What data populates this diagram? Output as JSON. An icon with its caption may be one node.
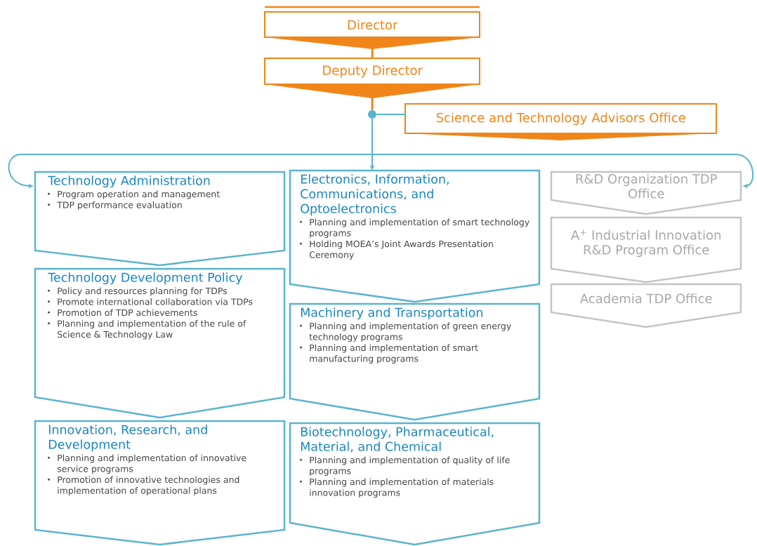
{
  "diagram": {
    "nodes": [
      {
        "text": [
          "Director"
        ]
      },
      {
        "text": [
          "Deputy Director"
        ]
      },
      {
        "text": [],
        "shape": "circle"
      },
      {
        "text": [
          "Science and Technology Advisors Office"
        ]
      },
      {
        "text": [
          "Technology Administration",
          "Program operation and management",
          "TDP performance evaluation"
        ]
      },
      {
        "text": [
          "Technology Development Policy",
          "Policy and resources planning for TDPs",
          "Promote international collaboration via TDPs",
          "Promotion of TDP achievements",
          "Planning and implementation of the rule of Science & Technology Law"
        ]
      },
      {
        "text": [
          "Innovation, Research, and Development",
          "Planning and implementation of innovative service programs",
          "Promotion of innovative technologies and implementation of operational plans"
        ]
      },
      {
        "text": [
          "Electronics, Information, Communications, and Optoelectronics",
          "Planning and implementation of smart technology programs",
          "Holding MOEA’s Joint Awards Presentation Ceremony"
        ]
      },
      {
        "text": [
          "Machinery and Transportation",
          "Planning and implementation of green energy technology programs",
          "Planning and implementation of smart manufacturing programs"
        ]
      },
      {
        "text": [
          "Biotechnology, Pharmaceutical, Material, and Chemical",
          "Planning and implementation of quality of life programs",
          "Planning and implementation of materials innovation programs"
        ]
      },
      {
        "text": [
          "R&D Organization TDP Office"
        ]
      },
      {
        "text": [
          "A$^{+}$ Industrial Innovation R&D Program Office"
        ]
      },
      {
        "text": [
          "Academia TDP Office"
        ]
      }
    ],
    "edges": [
      {
        "from": 0,
        "to": 1,
        "arrow": "none",
        "color": "#f08519"
      },
      {
        "from": 1,
        "to": 2,
        "arrow": "none",
        "color": "#f08519"
      },
      {
        "from": 2,
        "to": 3,
        "arrow": "none"
      },
      {
        "from": 2,
        "to": 4,
        "arrow": "to"
      },
      {
        "from": 2,
        "to": 7,
        "arrow": "to"
      },
      {
        "from": 2,
        "to": 10,
        "arrow": "to"
      }
    ]
  }
}
